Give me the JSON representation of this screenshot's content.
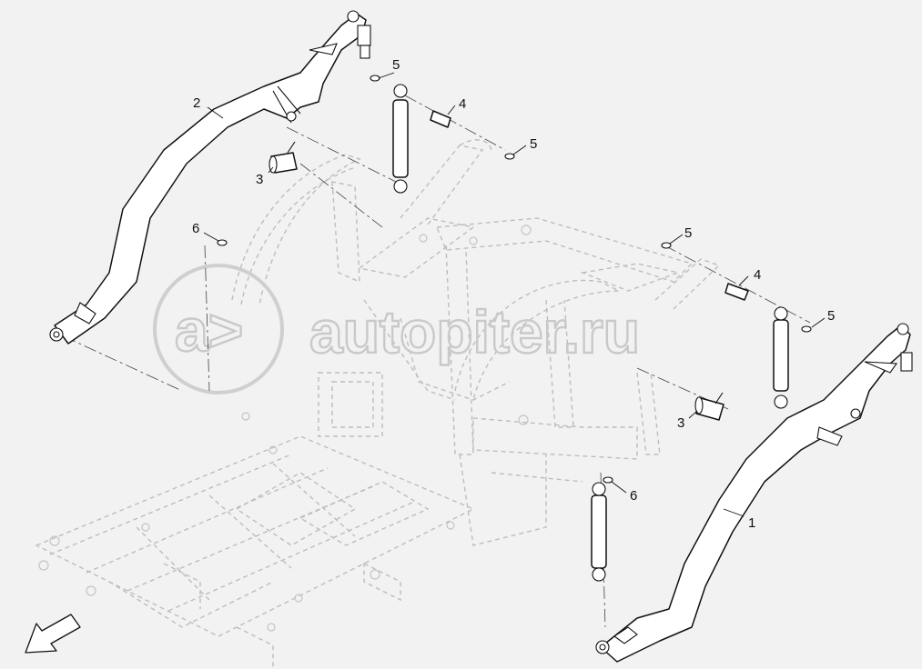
{
  "watermark": {
    "logo_text": "a>",
    "site_text": "autopiter.ru"
  },
  "callouts": {
    "c1": "1",
    "c2": "2",
    "c3a": "3",
    "c3b": "3",
    "c4a": "4",
    "c4b": "4",
    "c5a": "5",
    "c5b": "5",
    "c5c": "5",
    "c5d": "5",
    "c6a": "6",
    "c6b": "6"
  },
  "colors": {
    "background": "#f2f2f2",
    "part_stroke": "#111111",
    "phantom_frame": "#bdbdbd",
    "watermark": "#c9c9c9"
  },
  "icons": [
    "direction-arrow-icon",
    "autopiter-logo-icon"
  ]
}
